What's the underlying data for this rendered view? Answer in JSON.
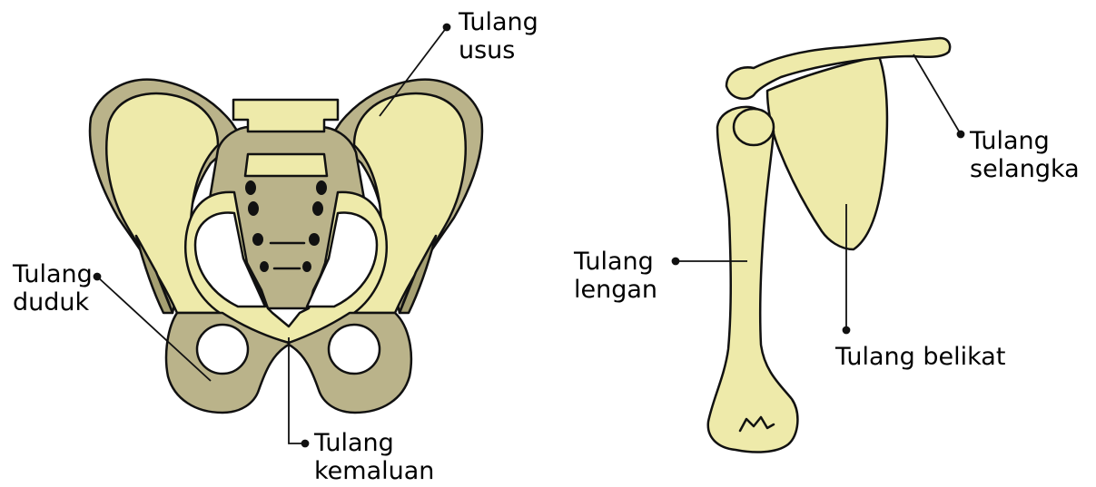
{
  "colors": {
    "bone_light": "#eeeaaa",
    "bone_dark": "#bab38a",
    "bone_shadow": "#a59f72",
    "outline": "#111111",
    "background": "#ffffff"
  },
  "pelvis": {
    "labels": {
      "ilium": "Tulang\nusus",
      "ischium": "Tulang\nduduk",
      "pubis": "Tulang\nkemaluan"
    }
  },
  "shoulder": {
    "labels": {
      "clavicle": "Tulang\nselangka",
      "humerus": "Tulang\nlengan",
      "scapula": "Tulang belikat"
    }
  }
}
